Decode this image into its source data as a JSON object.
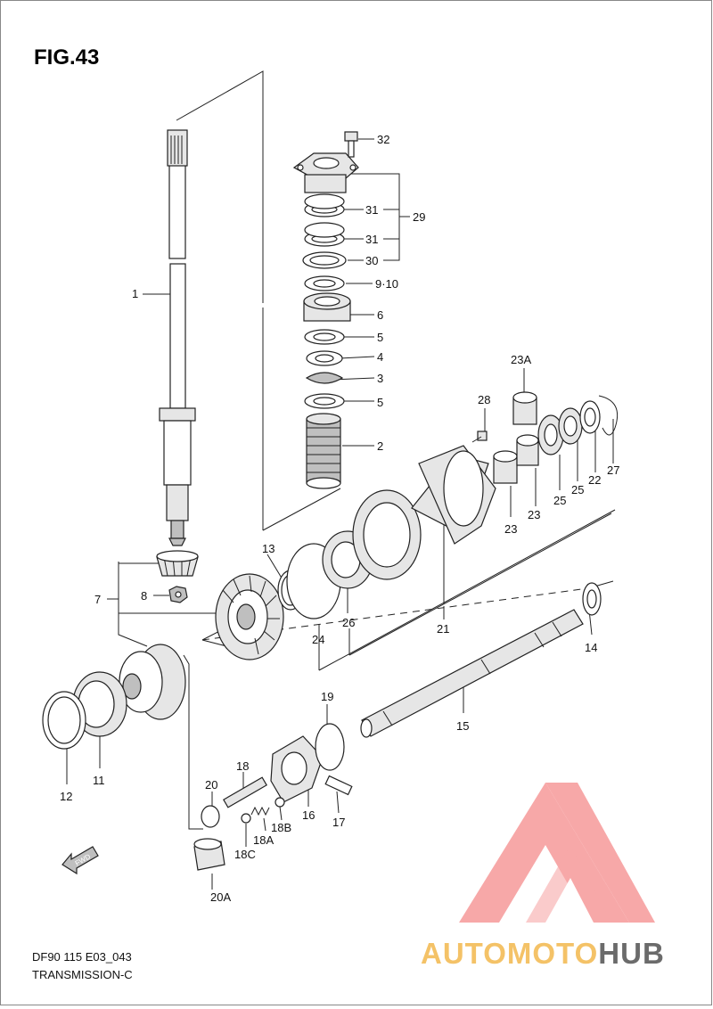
{
  "figure": {
    "title": "FIG.43",
    "model_code": "DF90 115 E03_043",
    "section_name": "TRANSMISSION-C"
  },
  "watermark": {
    "text_part1": "AUTOMOTO",
    "text_part2": "HUB",
    "color_light": "#f7a8a8",
    "color_gold": "#f4c267",
    "color_gray": "#6b6b6b"
  },
  "fwd_marker": {
    "text": "FWD",
    "icon": "arrow-left-icon"
  },
  "callouts": [
    {
      "id": "1",
      "text": "1"
    },
    {
      "id": "2",
      "text": "2"
    },
    {
      "id": "3",
      "text": "3"
    },
    {
      "id": "4",
      "text": "4"
    },
    {
      "id": "5a",
      "text": "5"
    },
    {
      "id": "5b",
      "text": "5"
    },
    {
      "id": "6",
      "text": "6"
    },
    {
      "id": "7",
      "text": "7"
    },
    {
      "id": "8",
      "text": "8"
    },
    {
      "id": "9-10",
      "text": "9·10"
    },
    {
      "id": "11",
      "text": "11"
    },
    {
      "id": "12",
      "text": "12"
    },
    {
      "id": "13",
      "text": "13"
    },
    {
      "id": "14",
      "text": "14"
    },
    {
      "id": "15",
      "text": "15"
    },
    {
      "id": "16",
      "text": "16"
    },
    {
      "id": "17",
      "text": "17"
    },
    {
      "id": "18",
      "text": "18"
    },
    {
      "id": "18A",
      "text": "18A"
    },
    {
      "id": "18B",
      "text": "18B"
    },
    {
      "id": "18C",
      "text": "18C"
    },
    {
      "id": "19",
      "text": "19"
    },
    {
      "id": "20",
      "text": "20"
    },
    {
      "id": "20A",
      "text": "20A"
    },
    {
      "id": "21",
      "text": "21"
    },
    {
      "id": "22",
      "text": "22"
    },
    {
      "id": "23a",
      "text": "23"
    },
    {
      "id": "23b",
      "text": "23"
    },
    {
      "id": "23A",
      "text": "23A"
    },
    {
      "id": "24",
      "text": "24"
    },
    {
      "id": "25a",
      "text": "25"
    },
    {
      "id": "25b",
      "text": "25"
    },
    {
      "id": "26",
      "text": "26"
    },
    {
      "id": "27",
      "text": "27"
    },
    {
      "id": "28",
      "text": "28"
    },
    {
      "id": "29",
      "text": "29"
    },
    {
      "id": "30",
      "text": "30"
    },
    {
      "id": "31a",
      "text": "31"
    },
    {
      "id": "31b",
      "text": "31"
    },
    {
      "id": "32",
      "text": "32"
    }
  ]
}
